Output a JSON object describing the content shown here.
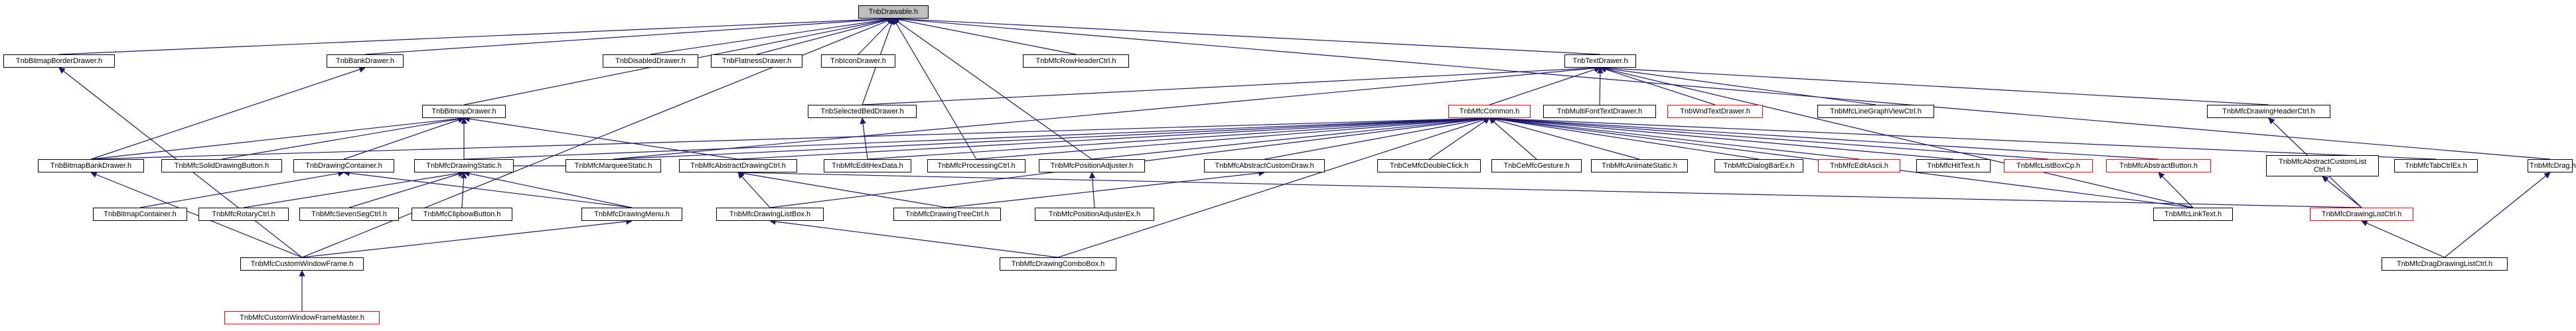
{
  "diagram": {
    "edge_color": "#191970",
    "node_border_color": "#000000",
    "highlight_border_color": "#ff0000",
    "root_fill": "#bfbfbf",
    "nodes": {
      "root": "TnbDrawable.h",
      "bitmap_border": "TnbBitmapBorderDrawer.h",
      "bank": "TnbBankDrawer.h",
      "disabled": "TnbDisabledDrawer.h",
      "flatness": "TnbFlatnessDrawer.h",
      "icon": "TnbIconDrawer.h",
      "row_header": "TnbMfcRowHeaderCtrl.h",
      "text_drawer": "TnbTextDrawer.h",
      "bitmap_drawer": "TnbBitmapDrawer.h",
      "selected_bed": "TnbSelectedBedDrawer.h",
      "common": "TnbMfcCommon.h",
      "multi_font": "TnbMultiFontTextDrawer.h",
      "wnd_text": "TnbWndTextDrawer.h",
      "line_graph": "TnbMfcLineGraphViewCtrl.h",
      "drawing_header": "TnbMfcDrawingHeaderCtrl.h",
      "bitmap_bank": "TnbBitmapBankDrawer.h",
      "solid_button": "TnbMfcSolidDrawingButton.h",
      "drawing_container": "TnbDrawingContainer.h",
      "drawing_static": "TnbMfcDrawingStatic.h",
      "marquee": "TnbMfcMarqueeStatic.h",
      "abstract_drawing": "TnbMfcAbstractDrawingCtrl.h",
      "edit_hex": "TnbMfcEditHexData.h",
      "processing": "TnbMfcProcessingCtrl.h",
      "position_adjuster": "TnbMfcPositionAdjuster.h",
      "abstract_custom_draw": "TnbMfcAbstractCustomDraw.h",
      "double_click": "TnbCeMfcDoubleClick.h",
      "gesture": "TnbCeMfcGesture.h",
      "animate_static": "TnbMfcAnimateStatic.h",
      "dialog_bar": "TnbMfcDialogBarEx.h",
      "edit_ascii": "TnbMfcEditAscii.h",
      "hit_text": "TnbMfcHitText.h",
      "listbox_cp": "TnbMfcListBoxCp.h",
      "abstract_button": "TnbMfcAbstractButton.h",
      "abstract_custom_list": "TnbMfcAbstractCustomList Ctrl.h",
      "tab_ctrl": "TnbMfcTabCtrlEx.h",
      "drag": "TnbMfcDrag.h",
      "bitmap_container": "TnbBitmapContainer.h",
      "rotary": "TnbMfcRotaryCtrl.h",
      "seven_seg": "TnbMfcSevenSegCtrl.h",
      "clipbow": "TnbMfcClipbowButton.h",
      "drawing_menu": "TnbMfcDrawingMenu.h",
      "drawing_listbox": "TnbMfcDrawingListBox.h",
      "drawing_tree": "TnbMfcDrawingTreeCtrl.h",
      "position_adjuster_ex": "TnbMfcPositionAdjusterEx.h",
      "link_text": "TnbMfcLinkText.h",
      "drawing_list": "TnbMfcDrawingListCtrl.h",
      "custom_window_frame": "TnbMfcCustomWindowFrame.h",
      "drawing_combo": "TnbMfcDrawingComboBox.h",
      "drag_drawing_list": "TnbMfcDragDrawingListCtrl.h",
      "custom_window_frame_master": "TnbMfcCustomWindowFrameMaster.h"
    },
    "edges": [
      [
        "bitmap_border",
        "root"
      ],
      [
        "bank",
        "root"
      ],
      [
        "disabled",
        "root"
      ],
      [
        "flatness",
        "root"
      ],
      [
        "icon",
        "root"
      ],
      [
        "row_header",
        "root"
      ],
      [
        "text_drawer",
        "root"
      ],
      [
        "bitmap_drawer",
        "root"
      ],
      [
        "selected_bed",
        "root"
      ],
      [
        "processing",
        "root"
      ],
      [
        "position_adjuster",
        "root"
      ],
      [
        "drag",
        "root"
      ],
      [
        "custom_window_frame",
        "root"
      ],
      [
        "marquee",
        "text_drawer"
      ],
      [
        "multi_font",
        "text_drawer"
      ],
      [
        "wnd_text",
        "text_drawer"
      ],
      [
        "line_graph",
        "text_drawer"
      ],
      [
        "drawing_header",
        "text_drawer"
      ],
      [
        "link_text",
        "text_drawer"
      ],
      [
        "common",
        "text_drawer"
      ],
      [
        "selected_bed",
        "text_drawer"
      ],
      [
        "bitmap_bank",
        "bank"
      ],
      [
        "bitmap_bank",
        "bitmap_drawer"
      ],
      [
        "solid_button",
        "bitmap_drawer"
      ],
      [
        "drawing_container",
        "bitmap_drawer"
      ],
      [
        "drawing_static",
        "bitmap_drawer"
      ],
      [
        "abstract_drawing",
        "bitmap_drawer"
      ],
      [
        "edit_hex",
        "selected_bed"
      ],
      [
        "bitmap_bank",
        "common"
      ],
      [
        "drawing_static",
        "common"
      ],
      [
        "marquee",
        "common"
      ],
      [
        "abstract_drawing",
        "common"
      ],
      [
        "edit_hex",
        "common"
      ],
      [
        "processing",
        "common"
      ],
      [
        "position_adjuster",
        "common"
      ],
      [
        "abstract_custom_draw",
        "common"
      ],
      [
        "double_click",
        "common"
      ],
      [
        "gesture",
        "common"
      ],
      [
        "animate_static",
        "common"
      ],
      [
        "dialog_bar",
        "common"
      ],
      [
        "edit_ascii",
        "common"
      ],
      [
        "hit_text",
        "common"
      ],
      [
        "listbox_cp",
        "common"
      ],
      [
        "abstract_button",
        "common"
      ],
      [
        "tab_ctrl",
        "common"
      ],
      [
        "link_text",
        "common"
      ],
      [
        "drawing_combo",
        "common"
      ],
      [
        "drawing_listbox",
        "common"
      ],
      [
        "bitmap_container",
        "drawing_container"
      ],
      [
        "rotary",
        "drawing_static"
      ],
      [
        "seven_seg",
        "drawing_static"
      ],
      [
        "clipbow",
        "drawing_static"
      ],
      [
        "marquee",
        "drawing_static"
      ],
      [
        "drawing_menu",
        "drawing_container"
      ],
      [
        "drawing_listbox",
        "abstract_drawing"
      ],
      [
        "drawing_tree",
        "abstract_drawing"
      ],
      [
        "drawing_list",
        "abstract_drawing"
      ],
      [
        "drawing_tree",
        "abstract_custom_draw"
      ],
      [
        "position_adjuster_ex",
        "position_adjuster"
      ],
      [
        "link_text",
        "abstract_button"
      ],
      [
        "drawing_list",
        "abstract_custom_list"
      ],
      [
        "drawing_list",
        "drawing_header"
      ],
      [
        "drag_drawing_list",
        "drawing_list"
      ],
      [
        "drag_drawing_list",
        "drag"
      ],
      [
        "custom_window_frame",
        "bitmap_border"
      ],
      [
        "custom_window_frame",
        "bitmap_bank"
      ],
      [
        "custom_window_frame",
        "drawing_menu"
      ],
      [
        "custom_window_frame_master",
        "custom_window_frame"
      ],
      [
        "drawing_combo",
        "drawing_listbox"
      ],
      [
        "drawing_menu",
        "drawing_static"
      ]
    ]
  }
}
